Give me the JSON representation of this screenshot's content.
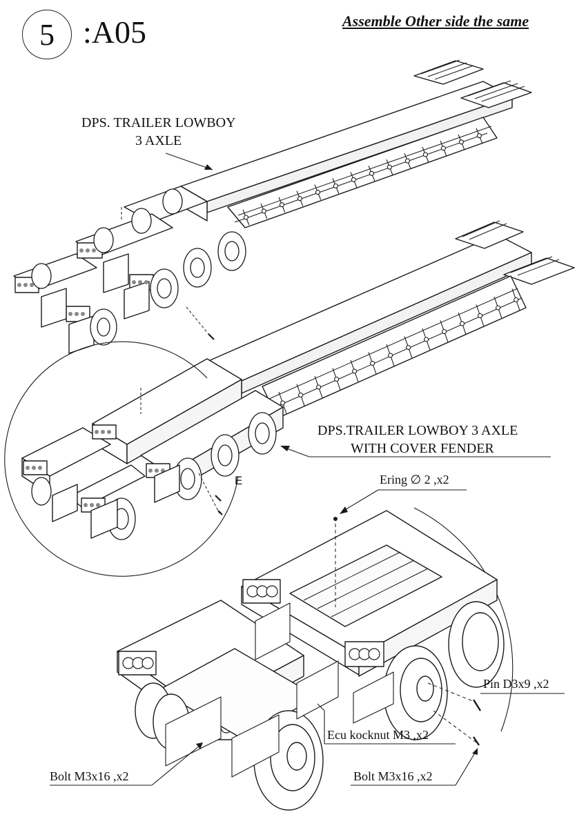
{
  "header": {
    "step_number": "5",
    "step_code": ":A05",
    "instruction": "Assemble Other side the same"
  },
  "labels": {
    "trailer_plain_line1": "DPS.  TRAILER LOWBOY",
    "trailer_plain_line2": "3 AXLE",
    "trailer_fender_line1": "DPS.TRAILER LOWBOY 3 AXLE",
    "trailer_fender_line2": "WITH COVER FENDER",
    "detail_marker": "E"
  },
  "parts": {
    "ering": "Ering ∅ 2 ,x2",
    "pin": "Pin D3x9 ,x2",
    "locknut": "Ecu kocknut M3 ,x2",
    "bolt_left": "Bolt M3x16 ,x2",
    "bolt_right": "Bolt M3x16 ,x2"
  },
  "icons": {
    "diameter_symbol": "diameter-icon",
    "drawing": "lowboy-trailer-line-drawing"
  }
}
